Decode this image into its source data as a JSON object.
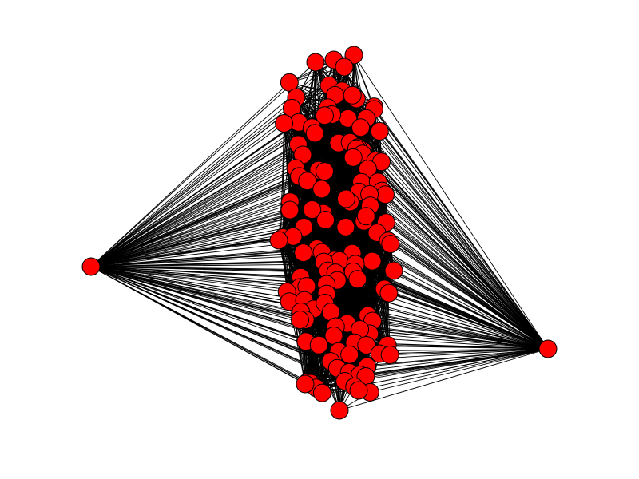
{
  "diagram": {
    "type": "network-graph",
    "layout": "spring",
    "node_color": "#ff0000",
    "node_border_color": "#000000",
    "edge_color": "#000000",
    "background_color": "#ffffff",
    "node_count": 130,
    "hub_nodes": [
      "hub-left",
      "hub-right",
      "hub-bottom"
    ],
    "labels_visible": false
  }
}
